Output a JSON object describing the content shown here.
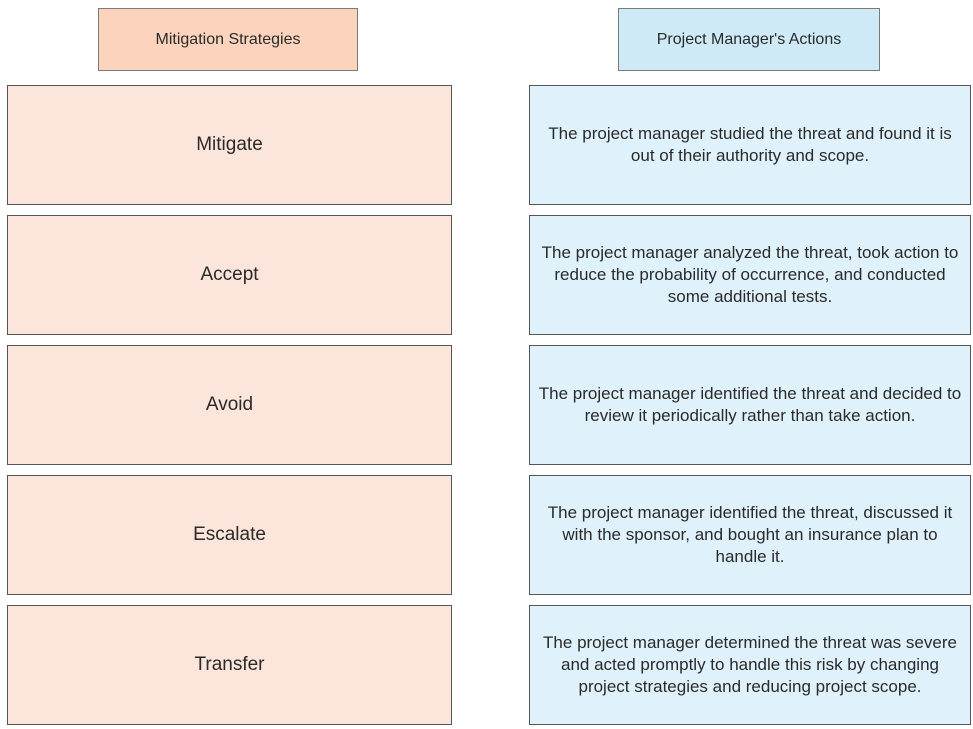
{
  "headers": {
    "left": "Mitigation Strategies",
    "right": "Project Manager's Actions"
  },
  "strategies": [
    {
      "label": "Mitigate"
    },
    {
      "label": "Accept"
    },
    {
      "label": "Avoid"
    },
    {
      "label": "Escalate"
    },
    {
      "label": "Transfer"
    }
  ],
  "actions": [
    {
      "text": "The project manager studied the threat and found it is out of their authority and scope."
    },
    {
      "text": "The project manager analyzed the threat, took action to reduce the probability of occurrence, and conducted some additional tests."
    },
    {
      "text": "The project manager identified the threat and decided to review it periodically rather than take action."
    },
    {
      "text": "The project manager identified the threat, discussed it with the sponsor, and bought an insurance plan to handle it."
    },
    {
      "text": "The project manager determined the threat was severe and acted promptly to handle this risk by changing project strategies and reducing project scope."
    }
  ],
  "colors": {
    "header_left_bg": "#fcd3bd",
    "header_right_bg": "#cdeaf6",
    "strategy_bg": "#fce5da",
    "action_bg": "#dff1fa"
  }
}
